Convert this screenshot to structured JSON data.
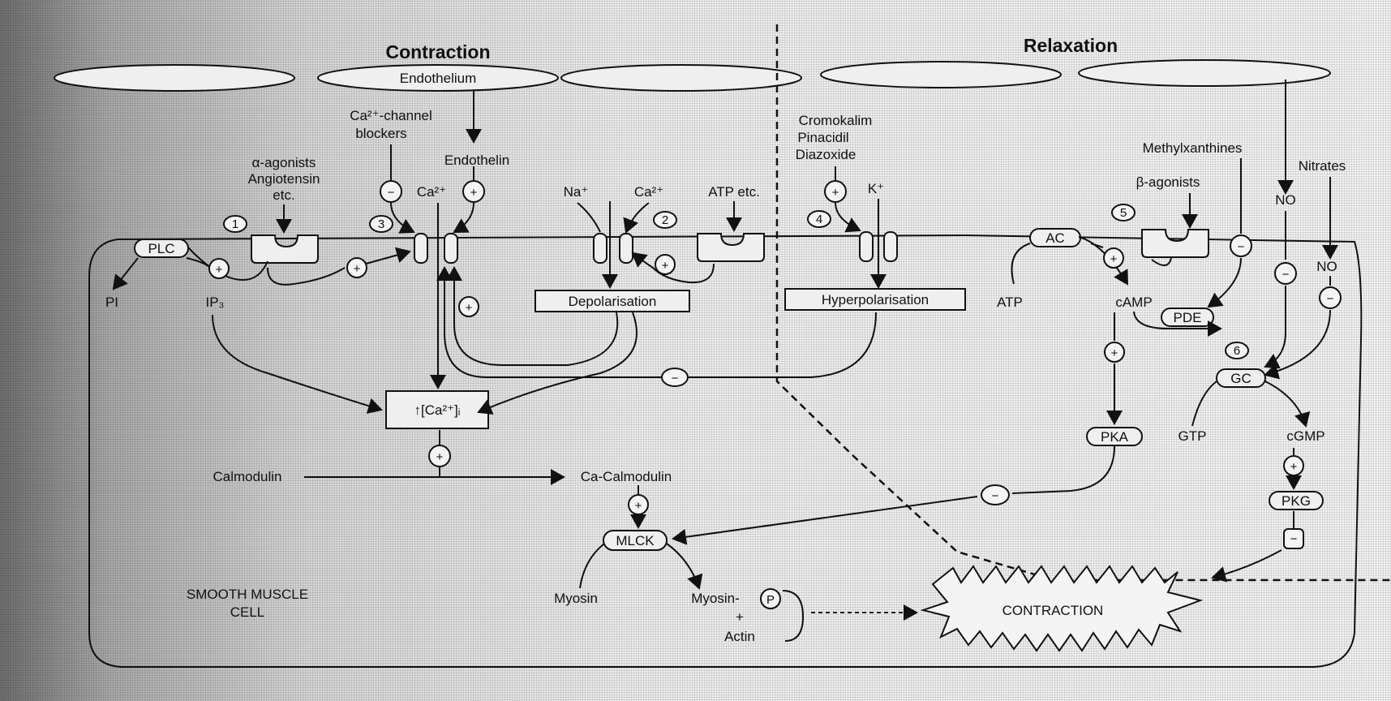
{
  "headers": {
    "contraction": "Contraction",
    "relaxation": "Relaxation"
  },
  "endothelium": "Endothelium",
  "cell_label": [
    "SMOOTH MUSCLE",
    "CELL"
  ],
  "drugs": {
    "ca_blockers": [
      "Ca²⁺-channel",
      "blockers"
    ],
    "alpha": [
      "α-agonists",
      "Angiotensin",
      "etc."
    ],
    "endothelin": "Endothelin",
    "k_openers": [
      "Cromokalim",
      "Pinacidil",
      "Diazoxide"
    ],
    "methylxanthines": "Methylxanthines",
    "beta": "β-agonists",
    "nitrates": "Nitrates"
  },
  "ions": {
    "ca_in": "Ca²⁺",
    "na": "Na⁺",
    "ca2": "Ca²⁺",
    "atp_etc": "ATP etc.",
    "k": "K⁺"
  },
  "steps": [
    "1",
    "3",
    "2",
    "4",
    "5",
    "6"
  ],
  "nodes": {
    "plc": "PLC",
    "pi": "PI",
    "ip3": "IP₃",
    "depol": "Depolarisation",
    "hyper": "Hyperpolarisation",
    "ca_i": "↑[Ca²⁺]ᵢ",
    "calmodulin": "Calmodulin",
    "ca_calmodulin": "Ca-Calmodulin",
    "mlck": "MLCK",
    "myosin": "Myosin",
    "myosin_p": "Myosin-",
    "p": "P",
    "plus": "+",
    "actin": "Actin",
    "contraction": "CONTRACTION",
    "ac": "AC",
    "atp": "ATP",
    "camp": "cAMP",
    "pde": "PDE",
    "pka": "PKA",
    "no1": "NO",
    "no2": "NO",
    "gc": "GC",
    "gtp": "GTP",
    "cgmp": "cGMP",
    "pkg": "PKG"
  },
  "signs": {
    "plus": "+",
    "minus": "−"
  },
  "colors": {
    "ink": "#111111",
    "background": "#f3f3f3"
  }
}
